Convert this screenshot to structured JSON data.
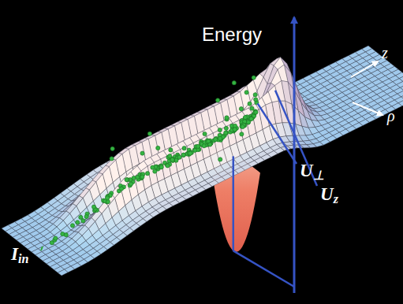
{
  "diagram": {
    "labels": [
      "Energy",
      "z",
      "ρ",
      "U⊥",
      "Uz",
      "Iin"
    ]
  }
}
